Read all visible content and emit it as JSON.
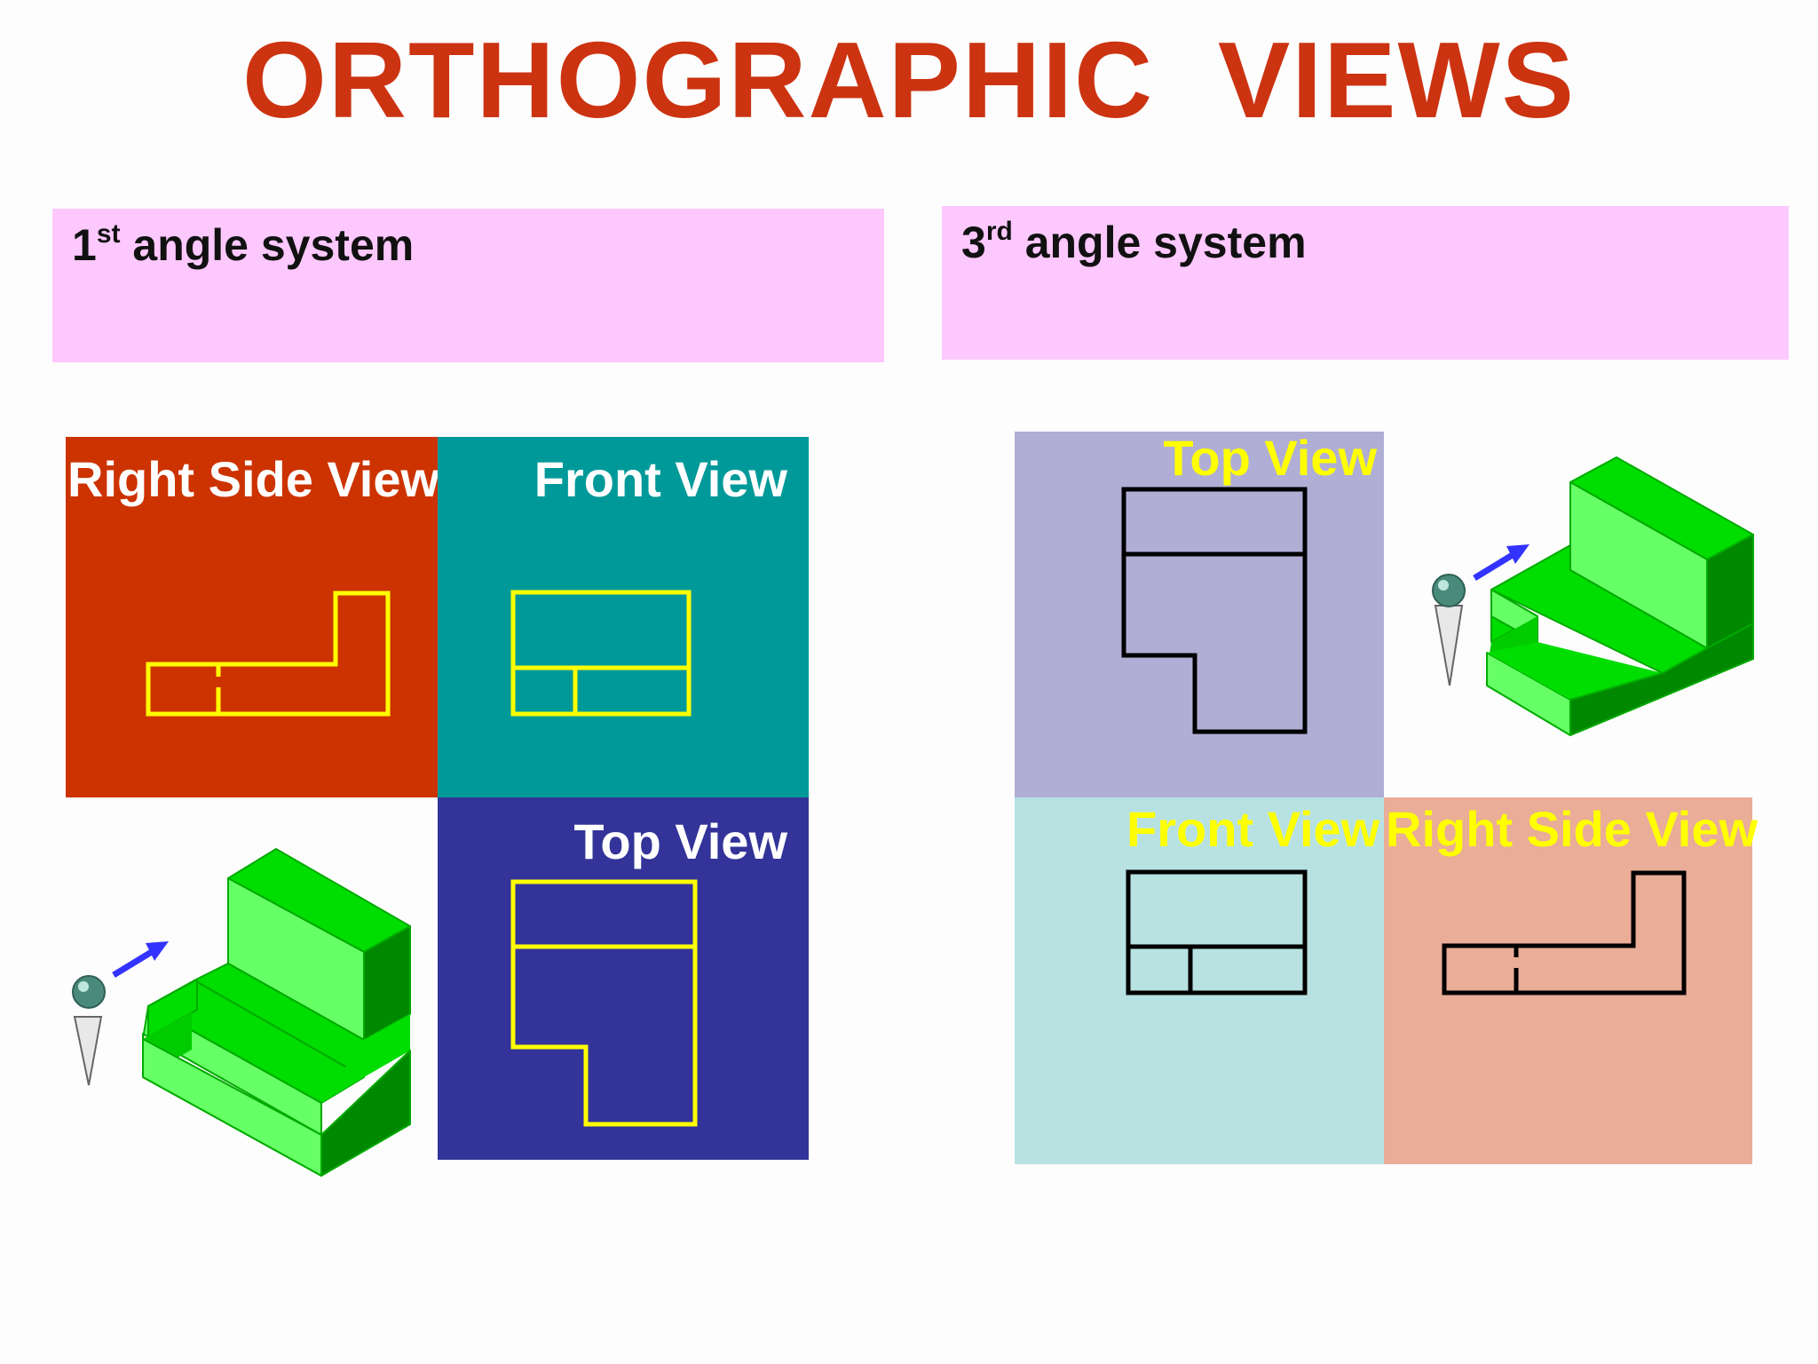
{
  "title": "ORTHOGRAPHIC  VIEWS",
  "first_angle": {
    "num": "1",
    "suffix": "st",
    "text": " angle system",
    "views": {
      "right_side": "Right Side View",
      "front": "Front View",
      "top": "Top View"
    }
  },
  "third_angle": {
    "num": "3",
    "suffix": "rd",
    "text": " angle system",
    "views": {
      "top": "Top View",
      "front": "Front View",
      "right_side": "Right Side View"
    }
  },
  "colors": {
    "title": "#cc3311",
    "system_box": "#fdc8fd",
    "first_right_side_bg": "#cc3300",
    "first_front_bg": "#009999",
    "first_top_bg": "#333399",
    "third_top_bg": "#b0aed5",
    "third_front_bg": "#b8e2e2",
    "third_right_side_bg": "#eaad98",
    "object_light": "#66ff66",
    "object_mid": "#00dd00",
    "object_dark": "#008800",
    "arrow": "#3333ff"
  },
  "icons": [
    "observer-icon",
    "view-direction-arrow-icon",
    "isometric-block-icon"
  ]
}
